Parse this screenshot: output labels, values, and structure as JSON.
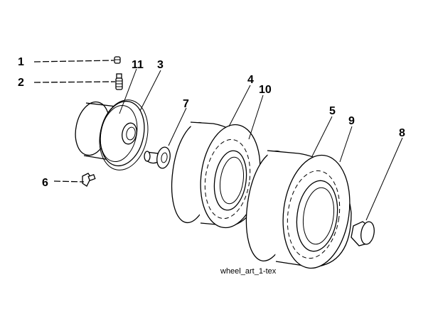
{
  "callouts": {
    "c1": "1",
    "c2": "2",
    "c3": "3",
    "c4": "4",
    "c5": "5",
    "c6": "6",
    "c7": "7",
    "c8": "8",
    "c9": "9",
    "c10": "10",
    "c11": "11"
  },
  "caption": "wheel_art_1-tex",
  "parts": {
    "p1": "cap-icon",
    "p2": "valve-stem-icon",
    "p3": "rim-icon",
    "p4": "tire-icon",
    "p5": "tire-icon",
    "p6": "bolt-icon",
    "p7": "bushing-icon",
    "p8": "cap-icon"
  }
}
